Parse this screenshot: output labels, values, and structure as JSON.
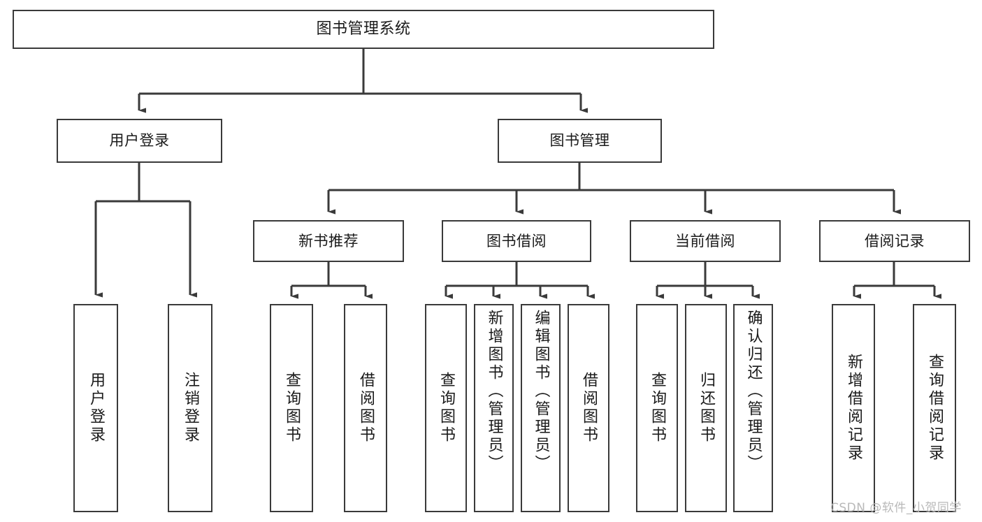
{
  "diagram": {
    "type": "tree",
    "title": "图书管理系统",
    "orientation": "top-down",
    "nodes": {
      "root": {
        "label": "图书管理系统"
      },
      "level1": [
        {
          "id": "user-login",
          "label": "用户登录"
        },
        {
          "id": "book-manage",
          "label": "图书管理"
        }
      ],
      "level2": [
        {
          "id": "new-book-rec",
          "label": "新书推荐",
          "parent": "book-manage"
        },
        {
          "id": "book-borrow",
          "label": "图书借阅",
          "parent": "book-manage"
        },
        {
          "id": "current-borrow",
          "label": "当前借阅",
          "parent": "book-manage"
        },
        {
          "id": "borrow-record",
          "label": "借阅记录",
          "parent": "book-manage"
        }
      ],
      "leaves": [
        {
          "id": "leaf-user-login",
          "label": "用户登录",
          "parent": "user-login"
        },
        {
          "id": "leaf-logout",
          "label": "注销登录",
          "parent": "user-login"
        },
        {
          "id": "leaf-query-book-1",
          "label": "查询图书",
          "parent": "new-book-rec"
        },
        {
          "id": "leaf-borrow-book-1",
          "label": "借阅图书",
          "parent": "new-book-rec"
        },
        {
          "id": "leaf-query-book-2",
          "label": "查询图书",
          "parent": "book-borrow"
        },
        {
          "id": "leaf-add-book",
          "label": "新增图书（管理员）",
          "parent": "book-borrow"
        },
        {
          "id": "leaf-edit-book",
          "label": "编辑图书（管理员）",
          "parent": "book-borrow"
        },
        {
          "id": "leaf-borrow-book-2",
          "label": "借阅图书",
          "parent": "book-borrow"
        },
        {
          "id": "leaf-query-book-3",
          "label": "查询图书",
          "parent": "current-borrow"
        },
        {
          "id": "leaf-return-book",
          "label": "归还图书",
          "parent": "current-borrow"
        },
        {
          "id": "leaf-confirm-return",
          "label": "确认归还（管理员）",
          "parent": "current-borrow"
        },
        {
          "id": "leaf-add-record",
          "label": "新增借阅记录",
          "parent": "borrow-record"
        },
        {
          "id": "leaf-query-record",
          "label": "查询借阅记录",
          "parent": "borrow-record"
        }
      ]
    },
    "colors": {
      "stroke": "#3a3a3a",
      "fill": "#ffffff",
      "text": "#1a1a1a",
      "watermark": "#b9b9b9"
    }
  },
  "watermark": {
    "text": "CSDN @软件_小贺同学"
  }
}
